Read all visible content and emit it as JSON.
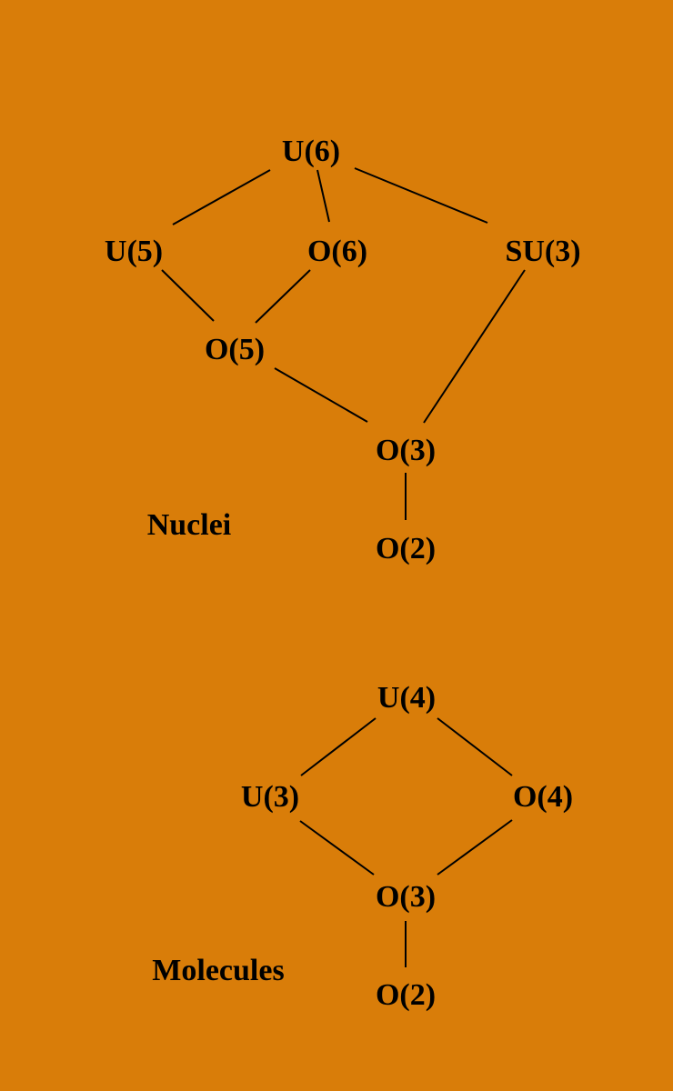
{
  "colors": {
    "background": "#d97d09",
    "ink": "#000000"
  },
  "nuclei": {
    "label": "Nuclei",
    "nodes": {
      "u6": "U(6)",
      "u5": "U(5)",
      "o6": "O(6)",
      "su3": "SU(3)",
      "o5": "O(5)",
      "o3": "O(3)",
      "o2": "O(2)"
    }
  },
  "molecules": {
    "label": "Molecules",
    "nodes": {
      "u4": "U(4)",
      "u3": "U(3)",
      "o4": "O(4)",
      "o3": "O(3)",
      "o2": "O(2)"
    }
  }
}
